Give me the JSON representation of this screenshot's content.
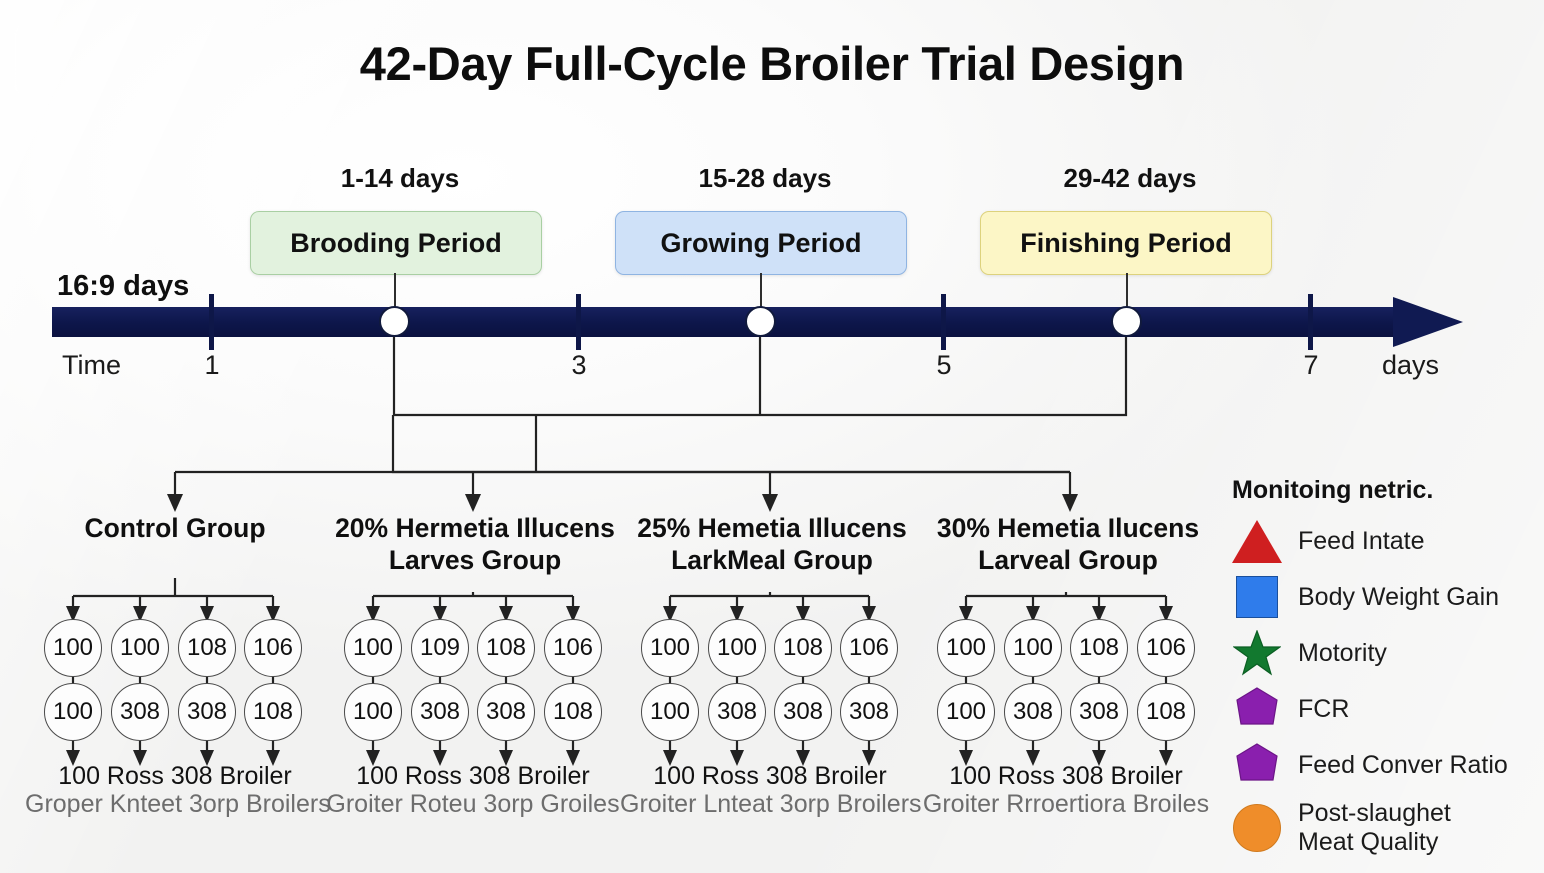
{
  "title": "42-Day Full-Cycle Broiler Trial Design",
  "phases": [
    {
      "day_range": "1-14 days",
      "name": "Brooding Period",
      "fill": "#e2f2de",
      "border": "#a9cfa3"
    },
    {
      "day_range": "15-28 days",
      "name": "Growing Period",
      "fill": "#cfe1f8",
      "border": "#8fb4e2"
    },
    {
      "day_range": "29-42 days",
      "name": "Finishing Period",
      "fill": "#fcf6c6",
      "border": "#ddd27d"
    }
  ],
  "axis": {
    "ratio_label": "16:9 days",
    "time_label": "Time",
    "unit_label": "days",
    "tick_labels": [
      "1",
      "3",
      "5",
      "7"
    ],
    "bar_color": "#0d164a"
  },
  "groups": [
    {
      "title_line1": "Control Group",
      "title_line2": "",
      "row1": [
        "100",
        "100",
        "108",
        "106"
      ],
      "row2": [
        "100",
        "308",
        "308",
        "108"
      ],
      "leaf_main": "100   Ross 308 Broiler",
      "leaf_sub": "Groper Knteet 3orp Broilers"
    },
    {
      "title_line1": "20% Hermetia Illucens",
      "title_line2": "Larves Group",
      "row1": [
        "100",
        "109",
        "108",
        "106"
      ],
      "row2": [
        "100",
        "308",
        "308",
        "108"
      ],
      "leaf_main": "100   Ross 308 Broiler",
      "leaf_sub": "Groiter Roteu 3orp Groiles"
    },
    {
      "title_line1": "25% Hemetia Illucens",
      "title_line2": "LarkMeal Group",
      "row1": [
        "100",
        "100",
        "108",
        "106"
      ],
      "row2": [
        "100",
        "308",
        "308",
        "308"
      ],
      "leaf_main": "100   Ross 308 Broiler",
      "leaf_sub": "Groiter Lnteat 3orp Broilers"
    },
    {
      "title_line1": "30% Hemetia Ilucens",
      "title_line2": "Larveal Group",
      "row1": [
        "100",
        "100",
        "108",
        "106"
      ],
      "row2": [
        "100",
        "308",
        "308",
        "108"
      ],
      "leaf_main": "100   Ross 308 Broiler",
      "leaf_sub": "Groiter Rrroertiora Broiles"
    }
  ],
  "legend": {
    "title": "Monitoing netric.",
    "items": [
      {
        "label": "Feed Intate",
        "shape": "triangle",
        "color": "#cf1f20"
      },
      {
        "label": "Body Weight Gain",
        "shape": "square",
        "color": "#2f7ceb"
      },
      {
        "label": "Motority",
        "shape": "star",
        "color": "#12792f"
      },
      {
        "label": "FCR",
        "shape": "hexagon",
        "color": "#8a1fae"
      },
      {
        "label": "Feed Conver Ratio",
        "shape": "hexagon",
        "color": "#8a1fae"
      },
      {
        "label": "Post-slaughet\nMeat Quality",
        "shape": "circle",
        "color": "#ef8d2a"
      }
    ]
  }
}
